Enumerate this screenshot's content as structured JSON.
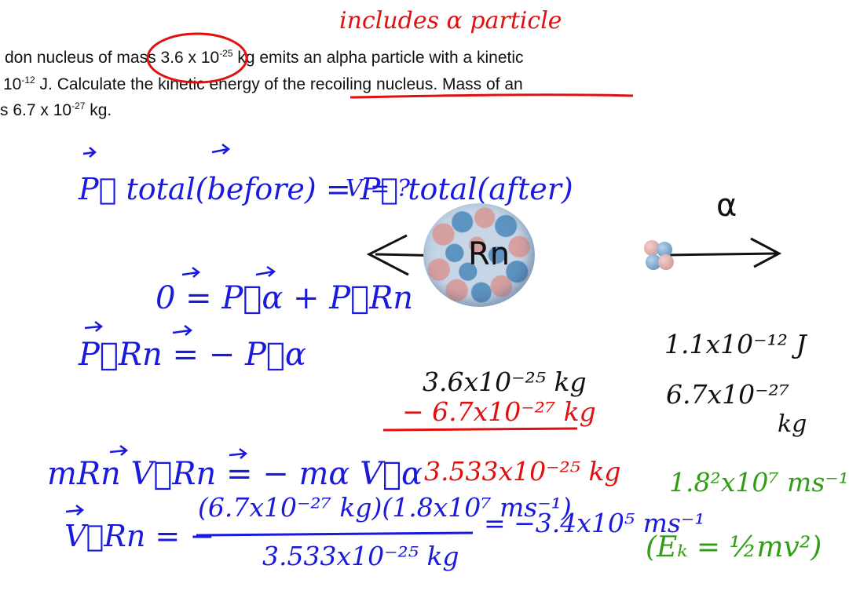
{
  "problem": {
    "line1_a": "don nucleus of mass ",
    "line1_mass": "3.6 x 10",
    "line1_mass_exp": "-25",
    "line1_b": " kg emits an alpha particle with a kinetic",
    "line2_a": " 10",
    "line2_exp": "-12",
    "line2_b": "  J.  Calculate the ",
    "line2_underlined": "kinetic energy of the recoiling nucleus",
    "line2_c": ".  Mass of an",
    "line3_a": "s 6.7 x 10",
    "line3_exp": "-27",
    "line3_b": " kg."
  },
  "annotation_top": "includes α particle",
  "work": {
    "eq1_left": "P⃗ total(before) = P⃗ total(after)",
    "eq1_v": "V = ?",
    "eq2": "0 = P⃗α + P⃗Rn",
    "eq3": "P⃗Rn = − P⃗α",
    "eq4": "mRn V⃗Rn = − mα V⃗α",
    "eq5_lhs": "V⃗Rn = −",
    "eq5_num": "(6.7x10⁻²⁷ kg)(1.8x10⁷ ms⁻¹)",
    "eq5_den": "3.533x10⁻²⁵ kg",
    "eq5_result": "= −3.4x10⁵ ms⁻¹"
  },
  "radon": {
    "label": "Rn",
    "mass": "3.6x10⁻²⁵ kg",
    "minus_alpha": "− 6.7x10⁻²⁷ kg",
    "net_mass": "3.533x10⁻²⁵ kg"
  },
  "alpha": {
    "label": "α",
    "energy": "1.1x10⁻¹² J",
    "mass_value": "6.7x10⁻²⁷",
    "mass_unit": "kg",
    "velocity": "1.8²x10⁷ ms⁻¹",
    "ke_formula": "(Eₖ = ½mv²)"
  },
  "colors": {
    "blue": "#1a1adc",
    "red": "#e01010",
    "green": "#2f9e16",
    "proton": "#c98a8a",
    "neutron": "#4d86b4"
  }
}
